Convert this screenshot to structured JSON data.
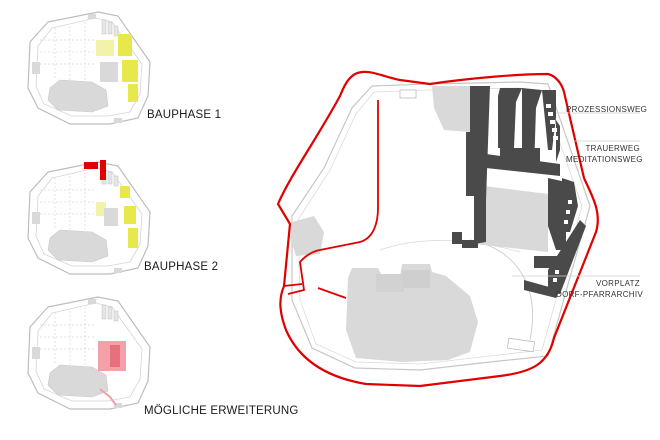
{
  "phases": [
    {
      "label": "BAUPHASE 1"
    },
    {
      "label": "BAUPHASE 2"
    },
    {
      "label": "MÖGLICHE ERWEITERUNG"
    }
  ],
  "callouts": {
    "prozessionsweg": "PROZESSIONSWEG",
    "trauerweg": "TRAUERWEG",
    "meditationsweg": "MEDITATIONSWEG",
    "vorplatz": "VORPLATZ",
    "pfarrarchiv": "DORF-PFARRARCHIV"
  },
  "colors": {
    "boundary": "#e00000",
    "building": "#d9d9d9",
    "wall": "#4a4a4a",
    "phase_yellow": "#e8e84a",
    "phase_pale": "#f2f2a8",
    "phase_red": "#e00000",
    "extension_pink": "#f4a0a8"
  }
}
